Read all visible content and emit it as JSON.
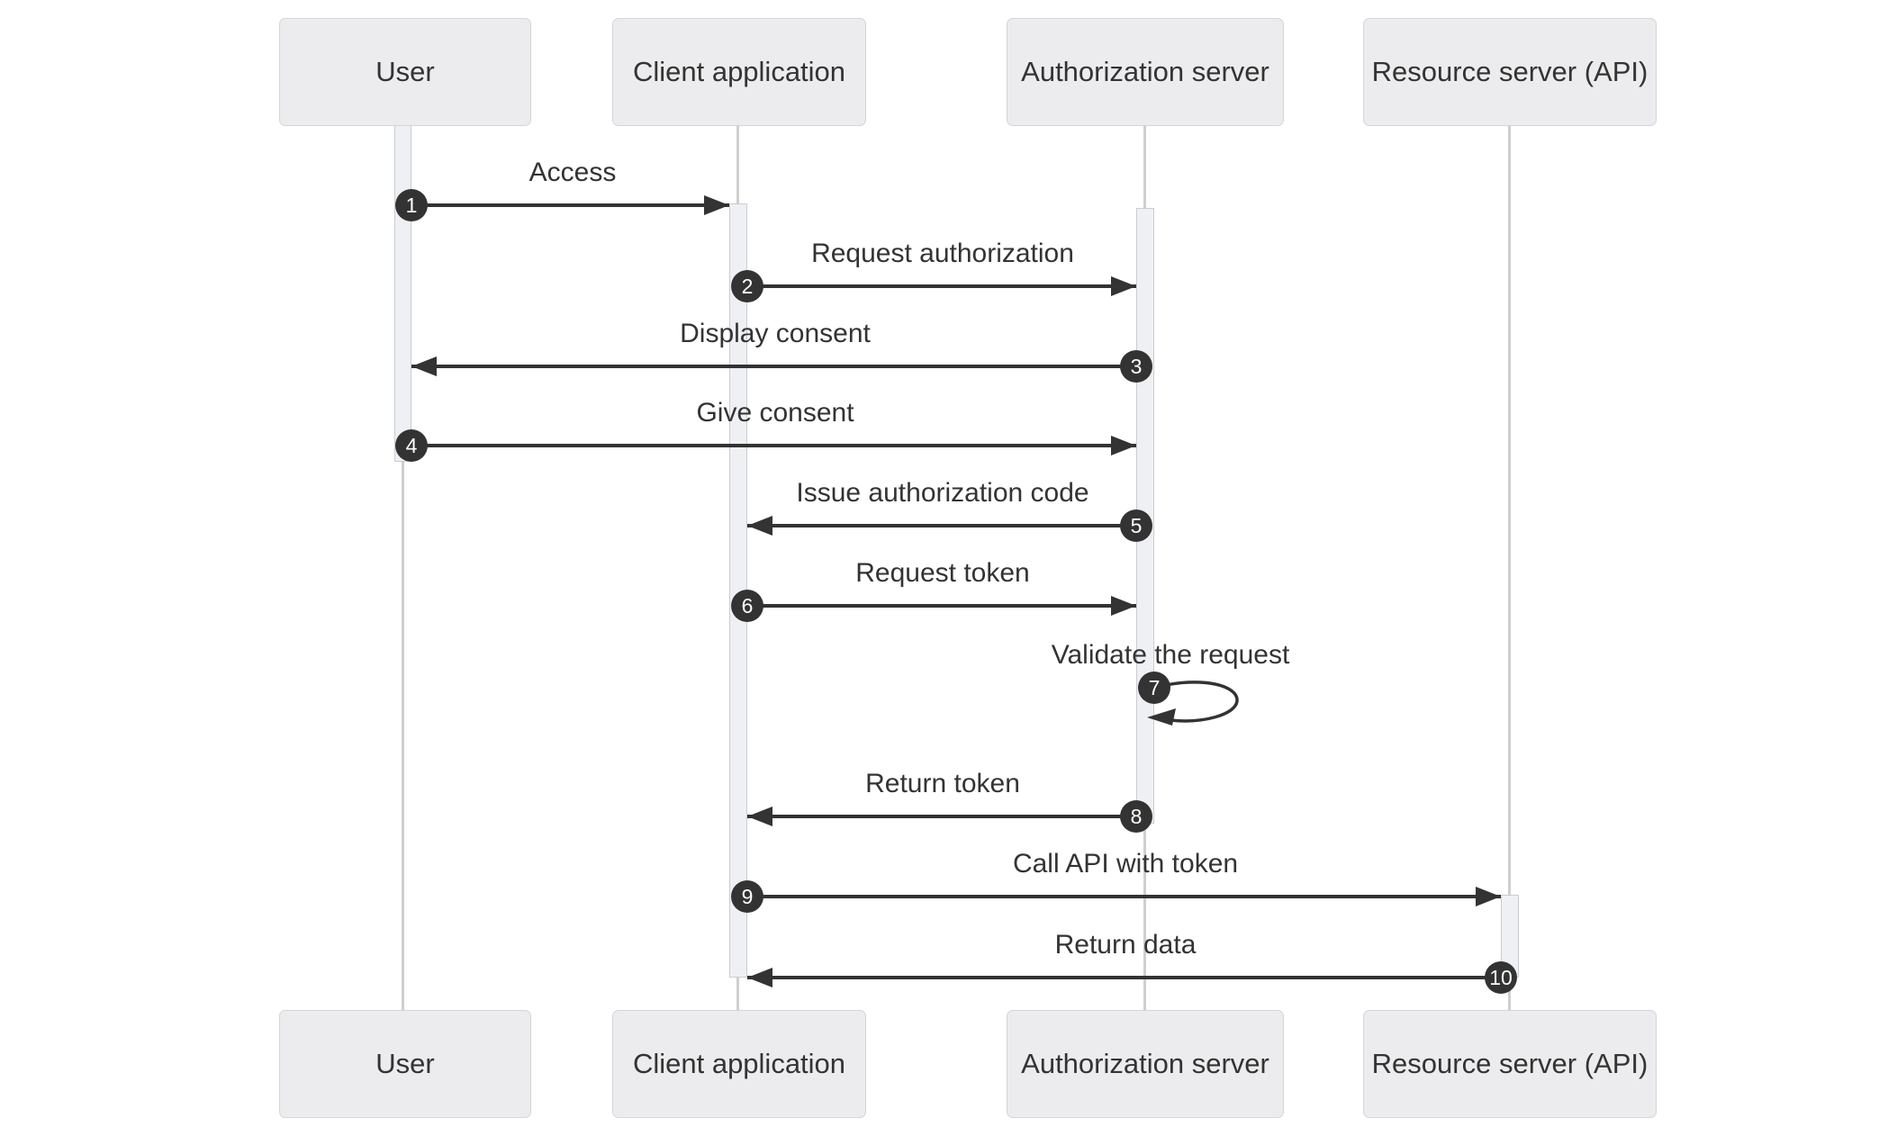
{
  "participants": [
    {
      "label": "User"
    },
    {
      "label": "Client application"
    },
    {
      "label": "Authorization server"
    },
    {
      "label": "Resource server (API)"
    }
  ],
  "messages": [
    {
      "num": "1",
      "label": "Access",
      "from": "User",
      "to": "Client application"
    },
    {
      "num": "2",
      "label": "Request authorization",
      "from": "Client application",
      "to": "Authorization server"
    },
    {
      "num": "3",
      "label": "Display consent",
      "from": "Authorization server",
      "to": "User"
    },
    {
      "num": "4",
      "label": "Give consent",
      "from": "User",
      "to": "Authorization server"
    },
    {
      "num": "5",
      "label": "Issue authorization code",
      "from": "Authorization server",
      "to": "Client application"
    },
    {
      "num": "6",
      "label": "Request token",
      "from": "Client application",
      "to": "Authorization server"
    },
    {
      "num": "7",
      "label": "Validate the request",
      "from": "Authorization server",
      "to": "Authorization server"
    },
    {
      "num": "8",
      "label": "Return token",
      "from": "Authorization server",
      "to": "Client application"
    },
    {
      "num": "9",
      "label": "Call API with token",
      "from": "Client application",
      "to": "Resource server (API)"
    },
    {
      "num": "10",
      "label": "Return data",
      "from": "Resource server (API)",
      "to": "Client application"
    }
  ],
  "colors": {
    "background": "#ffffff",
    "text": "#333333",
    "arrow": "#333333",
    "badge_fill": "#333333",
    "badge_text": "#ffffff",
    "box_fill": "#ececee",
    "box_border": "#d5d5d8",
    "activation_fill": "#eef0f4",
    "activation_border": "#c9ccd0",
    "lifeline": "#cfcfcf"
  }
}
